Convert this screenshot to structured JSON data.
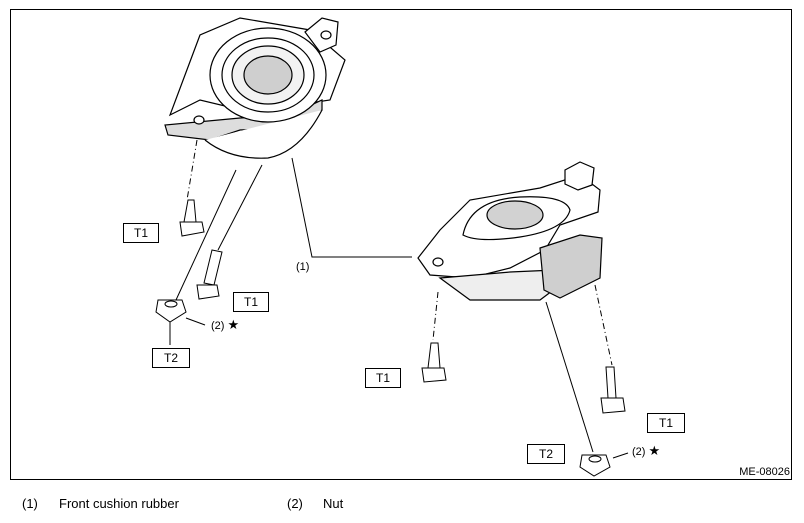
{
  "figure": {
    "code": "ME-08026",
    "callouts": [
      {
        "id": "c1",
        "text": "(1)"
      },
      {
        "id": "c2a",
        "text": "(2)",
        "star": "★"
      },
      {
        "id": "c2b",
        "text": "(2)",
        "star": "★"
      }
    ],
    "torque_labels": [
      "T1",
      "T1",
      "T2",
      "T1",
      "T1",
      "T2"
    ]
  },
  "legend": [
    {
      "num": "(1)",
      "text": "Front cushion rubber"
    },
    {
      "num": "(2)",
      "text": "Nut"
    }
  ],
  "colors": {
    "ink": "#000000",
    "shade": "#bdbdbd",
    "background": "#ffffff"
  }
}
